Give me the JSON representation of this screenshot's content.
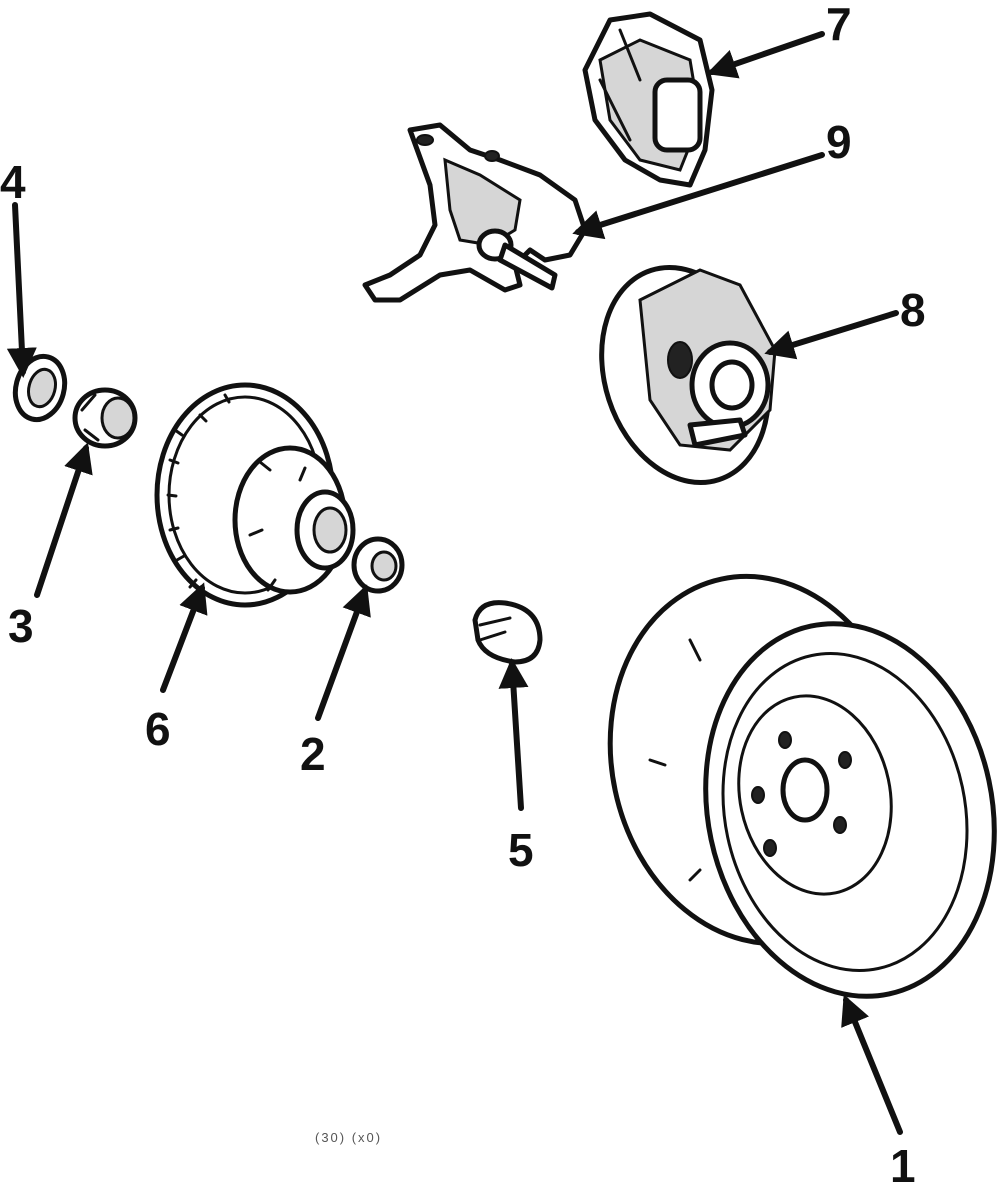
{
  "diagram": {
    "callouts": [
      {
        "id": "1",
        "label": "1"
      },
      {
        "id": "2",
        "label": "2"
      },
      {
        "id": "3",
        "label": "3"
      },
      {
        "id": "4",
        "label": "4"
      },
      {
        "id": "5",
        "label": "5"
      },
      {
        "id": "6",
        "label": "6"
      },
      {
        "id": "7",
        "label": "7"
      },
      {
        "id": "8",
        "label": "8"
      },
      {
        "id": "9",
        "label": "9"
      }
    ],
    "footer_code": "(30) (x0)"
  }
}
